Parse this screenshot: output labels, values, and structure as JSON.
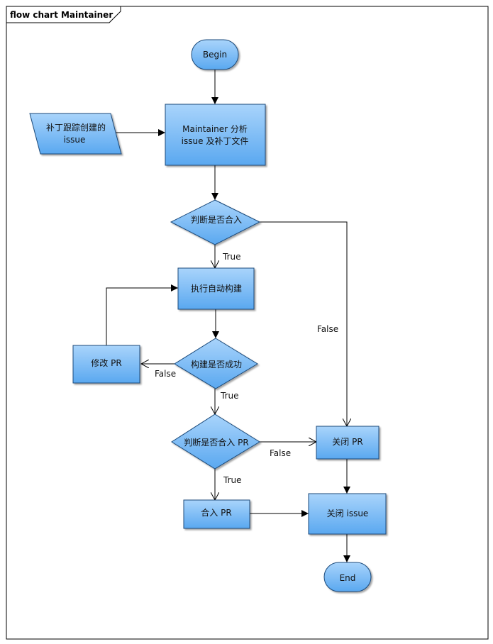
{
  "frame": {
    "title": "flow chart Maintainer"
  },
  "colors": {
    "fill_top": "#a9d4fb",
    "fill_bottom": "#5aa8f0",
    "stroke": "#1a4a7a",
    "line": "#000000"
  },
  "nodes": {
    "begin": "Begin",
    "patch_input": [
      "补丁跟踪创建的",
      "issue"
    ],
    "analyze": [
      "Maintainer 分析",
      "issue 及补丁文件"
    ],
    "decide_merge": "判断是否合入",
    "auto_build": "执行自动构建",
    "build_ok": "构建是否成功",
    "fix_pr": "修改 PR",
    "decide_merge_pr": "判断是否合入 PR",
    "merge_pr": "合入 PR",
    "close_pr": "关闭 PR",
    "close_issue": "关闭 issue",
    "end": "End"
  },
  "edge_labels": {
    "merge_true": "True",
    "merge_false": "False",
    "build_true": "True",
    "build_false": "False",
    "merge_pr_true": "True",
    "merge_pr_false": "False"
  }
}
